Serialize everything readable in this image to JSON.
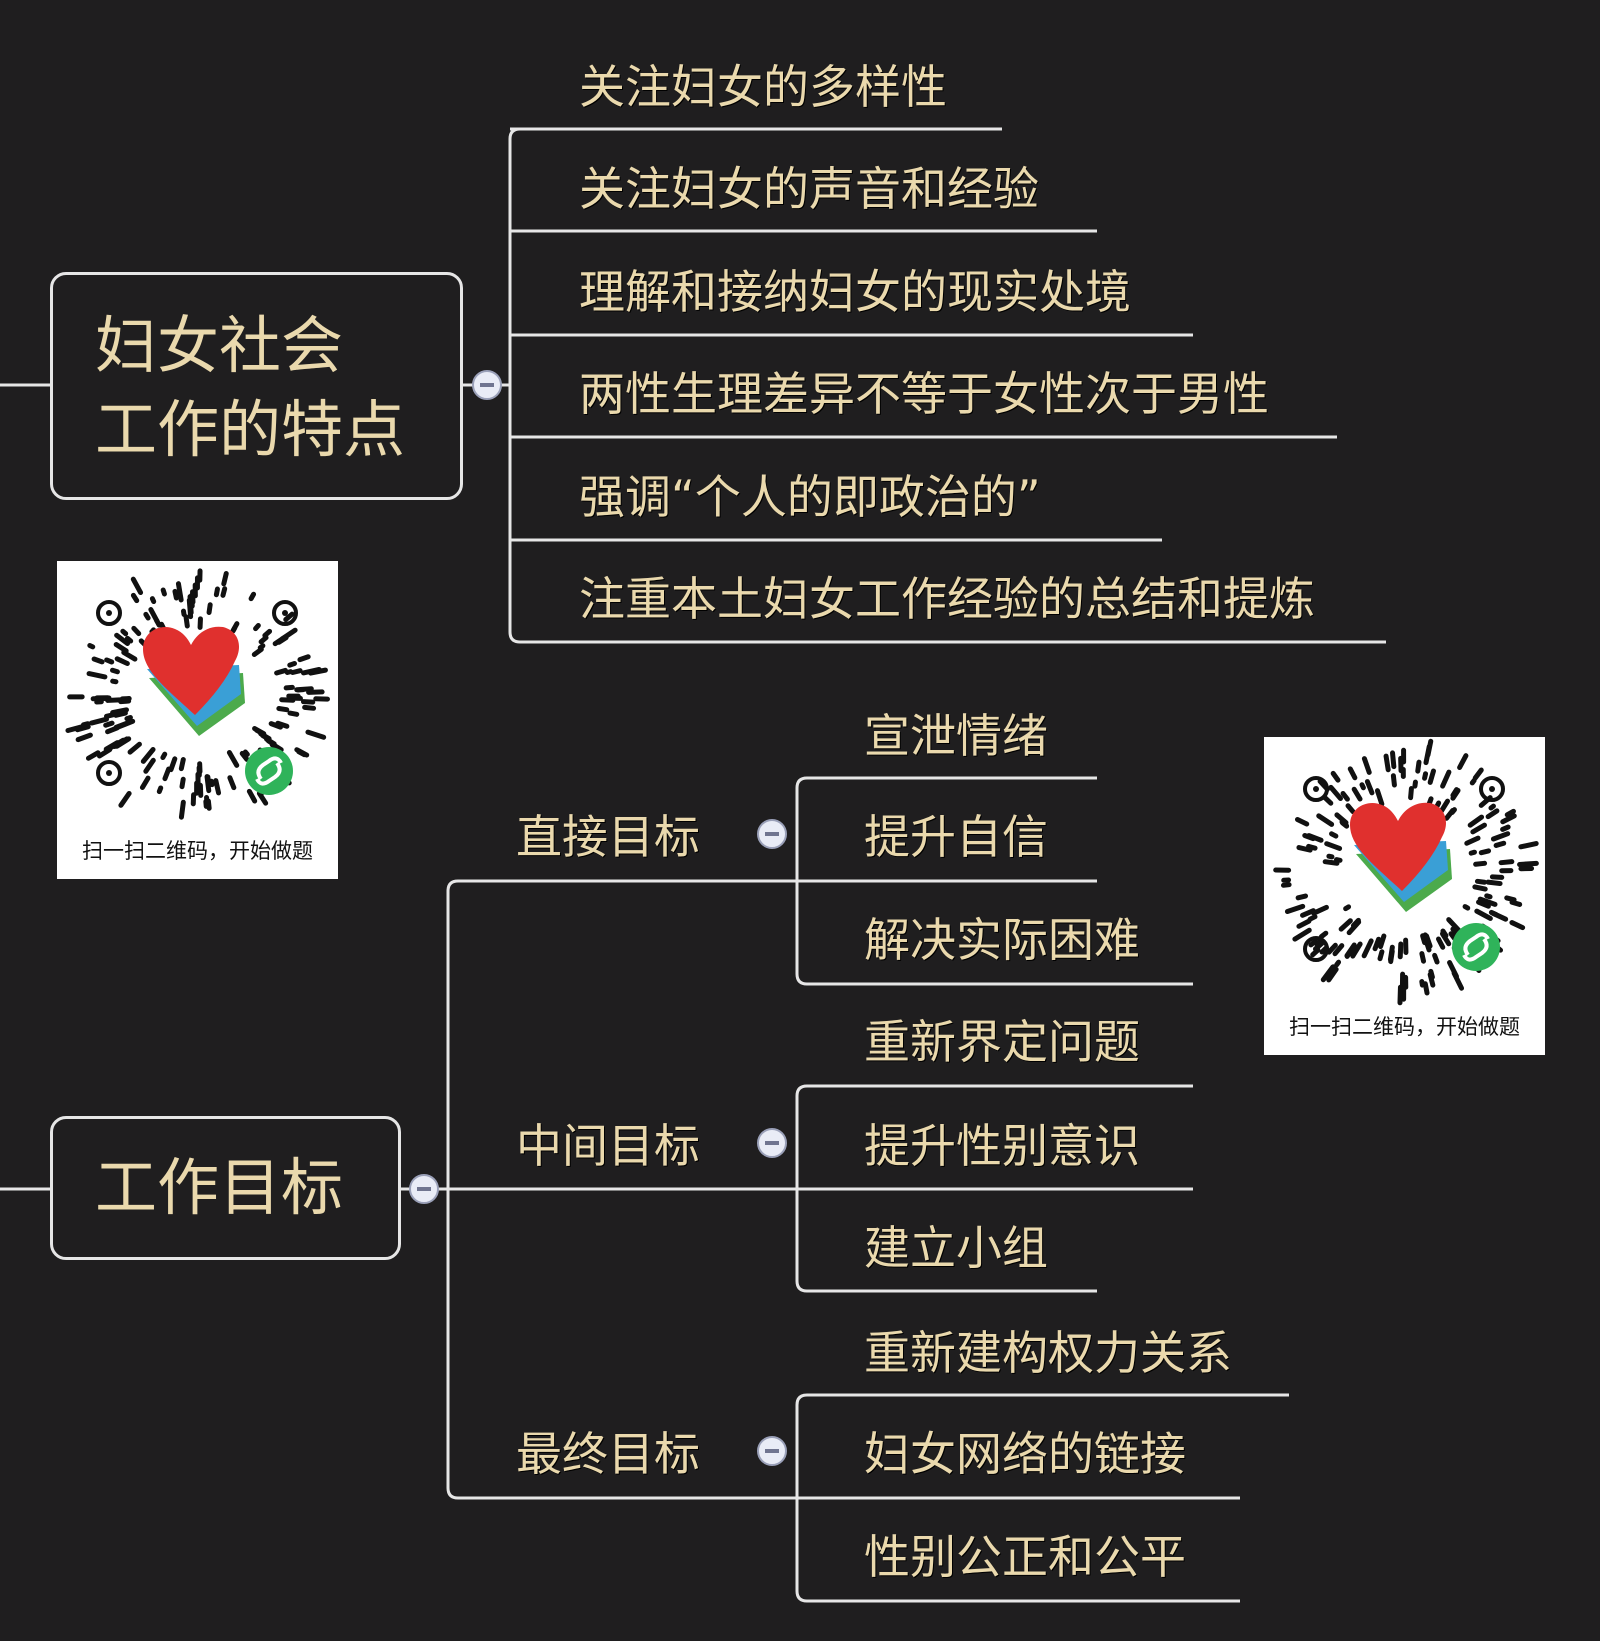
{
  "branches": [
    {
      "title_lines": [
        "妇女社会",
        "工作的特点"
      ],
      "children": [
        "关注妇女的多样性",
        "关注妇女的声音和经验",
        "理解和接纳妇女的现实处境",
        "两性生理差异不等于女性次于男性",
        "强调“个人的即政治的”",
        "注重本土妇女工作经验的总结和提炼"
      ]
    },
    {
      "title": "工作目标",
      "groups": [
        {
          "label": "直接目标",
          "children": [
            "宣泄情绪",
            "提升自信",
            "解决实际困难"
          ]
        },
        {
          "label": "中间目标",
          "children": [
            "重新界定问题",
            "提升性别意识",
            "建立小组"
          ]
        },
        {
          "label": "最终目标",
          "children": [
            "重新建构权力关系",
            "妇女网络的链接",
            "性别公正和公平"
          ]
        }
      ]
    }
  ],
  "qr_codes": [
    {
      "caption": "扫一扫二维码，开始做题"
    },
    {
      "caption": "扫一扫二维码，开始做题"
    }
  ],
  "colors": {
    "background": "#1f1e1f",
    "text": "#ead9ad",
    "line": "#e6e6e6",
    "heart_red": "#e0302e",
    "heart_blue": "#3a9fd6",
    "heart_green": "#4caa4c",
    "badge_green": "#2fb35a"
  }
}
